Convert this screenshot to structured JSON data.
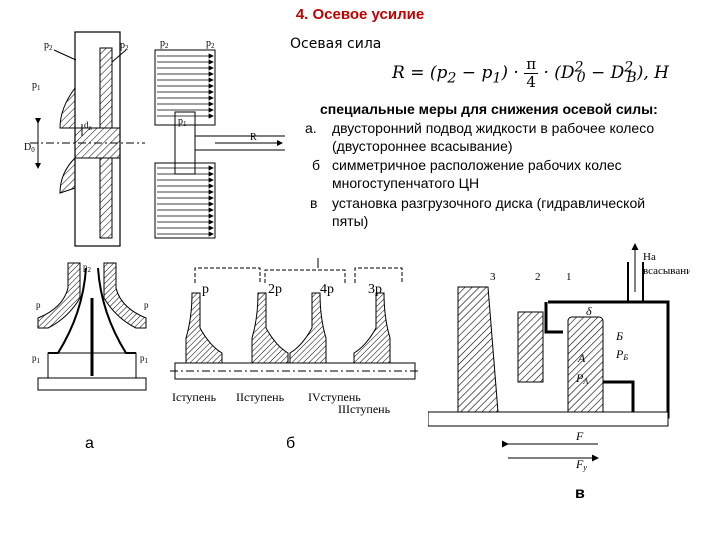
{
  "slide": {
    "title": "4. Осевое усилие",
    "force_label": "Осевая сила",
    "formula": {
      "lhs": "R = (p",
      "sub2": "2",
      "mid": " − p",
      "sub1": "1",
      "after_paren": ") ·",
      "pi": "π",
      "four": "4",
      "dot": "·",
      "d_open": "(D",
      "d0sub": "0",
      "d0sup": "2",
      "minus": " − D",
      "dvsub": "В",
      "dvsup": "2",
      "tail": "), H"
    },
    "measures_heading": "специальные меры для снижения осевой силы:",
    "measures": [
      {
        "marker": "а.",
        "lines": [
          "двусторонний подвод жидкости в рабочее колесо",
          "(двустороннее всасывание)"
        ]
      },
      {
        "marker": "б",
        "lines": [
          "симметричное расположение рабочих колес",
          "многоступенчатого ЦН"
        ]
      },
      {
        "marker": "в",
        "lines": [
          "установка разгрузочного диска (гидравлической",
          "пяты)"
        ]
      }
    ],
    "captions": {
      "a": "а",
      "b": "б",
      "v": "в"
    }
  },
  "diagram_top": {
    "labels": {
      "p2": "p",
      "p2s": "2",
      "p1": "p",
      "p1s": "1",
      "D0": "D",
      "D0s": "0",
      "dB": "d",
      "dBs": "в",
      "R": "R"
    }
  },
  "diagram_a": {
    "labels": {
      "p2": "p",
      "p2s": "2",
      "p": "p",
      "p1": "p",
      "p1s": "1"
    }
  },
  "diagram_b": {
    "labels": {
      "p": "p",
      "p2": "2p",
      "p4": "4p",
      "p3": "3p"
    },
    "stages": [
      "Iступень",
      "IIступень",
      "IVступень",
      "IIIступень"
    ]
  },
  "diagram_v": {
    "labels": {
      "n3": "3",
      "n2": "2",
      "n1": "1",
      "delta": "δ",
      "A": "А",
      "PA": "P",
      "PAs": "А",
      "B": "Б",
      "PB": "P",
      "PBs": "Б",
      "suction1": "На",
      "suction2": "всасывание",
      "F": "F",
      "Fy": "F",
      "Fys": "у"
    }
  }
}
